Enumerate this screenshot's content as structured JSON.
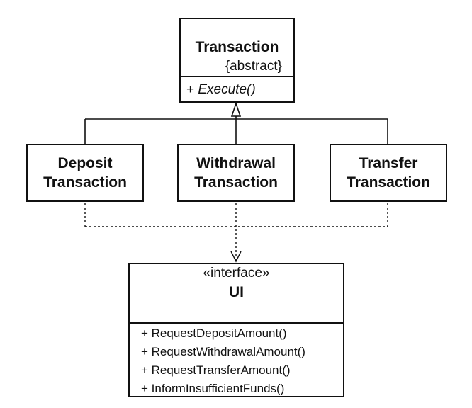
{
  "diagram": {
    "abstract_class": {
      "name": "Transaction",
      "stereotype": "{abstract}",
      "operation_prefix": "+ ",
      "operation": "Execute()"
    },
    "subclasses": [
      {
        "line1": "Deposit",
        "line2": "Transaction"
      },
      {
        "line1": "Withdrawal",
        "line2": "Transaction"
      },
      {
        "line1": "Transfer",
        "line2": "Transaction"
      }
    ],
    "interface": {
      "stereotype": "«interface»",
      "name": "UI",
      "operations": [
        "+ RequestDepositAmount()",
        "+ RequestWithdrawalAmount()",
        "+ RequestTransferAmount()",
        "+ InformInsufficientFunds()"
      ]
    },
    "colors": {
      "line": "#111111",
      "fill": "#ffffff"
    }
  }
}
